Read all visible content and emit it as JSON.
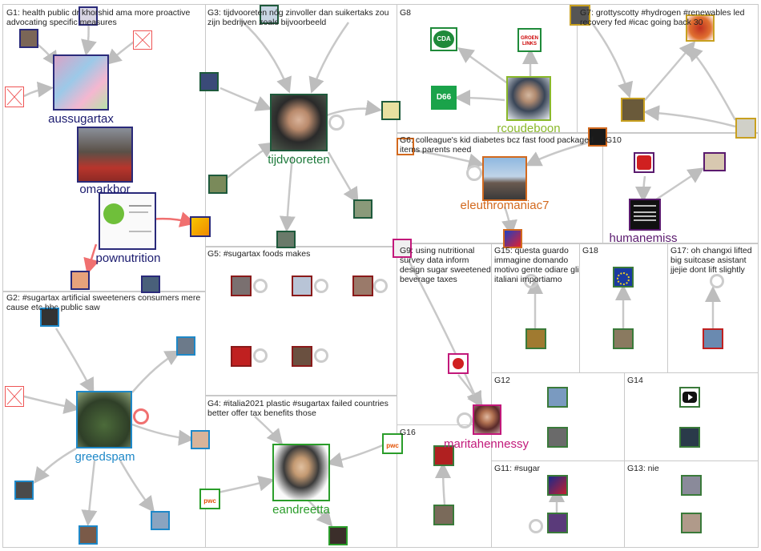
{
  "groups": [
    {
      "id": "G1",
      "label": "G1: health public dr khorshid ama more proactive advocating specific measures"
    },
    {
      "id": "G2",
      "label": "G2: #sugartax artificial sweeteners consumers mere cause etc bbc public saw"
    },
    {
      "id": "G3",
      "label": "G3: tijdvooreten nóg zinvoller dan suikertaks zou zijn bedrijven zoals bijvoorbeeld"
    },
    {
      "id": "G4",
      "label": "G4: #italia2021 plastic #sugartax failed countries better offer tax benefits those"
    },
    {
      "id": "G5",
      "label": "G5: #sugartax foods makes"
    },
    {
      "id": "G6",
      "label": "G6: colleague's kid diabetes bcz fast food packaged items parents need"
    },
    {
      "id": "G7",
      "label": "G7: grottyscotty #hydrogen #renewables led recovery fed #icac going back 30"
    },
    {
      "id": "G8",
      "label": "G8"
    },
    {
      "id": "G9",
      "label": "G9: using nutritional survey data inform design sugar sweetened beverage taxes"
    },
    {
      "id": "G10",
      "label": "G10"
    },
    {
      "id": "G11",
      "label": "G11: #sugar"
    },
    {
      "id": "G12",
      "label": "G12"
    },
    {
      "id": "G13",
      "label": "G13: nie"
    },
    {
      "id": "G14",
      "label": "G14"
    },
    {
      "id": "G15",
      "label": "G15: questa guardo immagine domando motivo gente odiare gli italiani importiamo"
    },
    {
      "id": "G16",
      "label": "G16"
    },
    {
      "id": "G17",
      "label": "G17: oh changxi lifted big suitcase asistant jjejie dont lift slightly"
    },
    {
      "id": "G18",
      "label": "G18"
    }
  ],
  "nodes": [
    {
      "id": "aussugartax",
      "label": "aussugartax",
      "color": "#1a1a6e",
      "icon": "candy-hearts-photo"
    },
    {
      "id": "omarkbor",
      "label": "omarkbor",
      "color": "#1a1a6e",
      "icon": "bird-on-car-photo"
    },
    {
      "id": "pownutrition",
      "label": "pownutrition",
      "color": "#1a1a6e",
      "icon": "apple-card-logo"
    },
    {
      "id": "tijdvooreten",
      "label": "tijdvooreten",
      "color": "#1e7a3c",
      "icon": "woman-portrait"
    },
    {
      "id": "rcoudeboon",
      "label": "rcoudeboon",
      "color": "#8ab82a",
      "icon": "man-portrait"
    },
    {
      "id": "eleuthromaniac7",
      "label": "eleuthromaniac7",
      "color": "#d2691e",
      "icon": "couple-photo"
    },
    {
      "id": "humanemiss",
      "label": "humanemiss",
      "color": "#5a1a6e",
      "icon": "quote-poster"
    },
    {
      "id": "greedspam",
      "label": "greedspam",
      "color": "#1e88c8",
      "icon": "frog-photo"
    },
    {
      "id": "eandreetta",
      "label": "eandreetta",
      "color": "#2a9d2a",
      "icon": "woman-portrait"
    },
    {
      "id": "maritahennessy",
      "label": "maritahennessy",
      "color": "#c2187a",
      "icon": "woman-portrait"
    },
    {
      "id": "cda",
      "label": "CDA",
      "color": "#1f8a3a",
      "icon": "cda-logo"
    },
    {
      "id": "groenlinks",
      "label": "GROEN LINKS",
      "color": "#1f8a3a",
      "icon": "groenlinks-logo"
    },
    {
      "id": "d66",
      "label": "D66",
      "color": "#1aa34a",
      "icon": "d66-logo"
    },
    {
      "id": "pwc1",
      "label": "pwc",
      "color": "#e35205",
      "icon": "pwc-logo"
    },
    {
      "id": "pwc2",
      "label": "pwc",
      "color": "#e35205",
      "icon": "pwc-logo"
    }
  ],
  "icons": {
    "missing": "x-placeholder-icon",
    "loop": "self-loop-icon"
  }
}
